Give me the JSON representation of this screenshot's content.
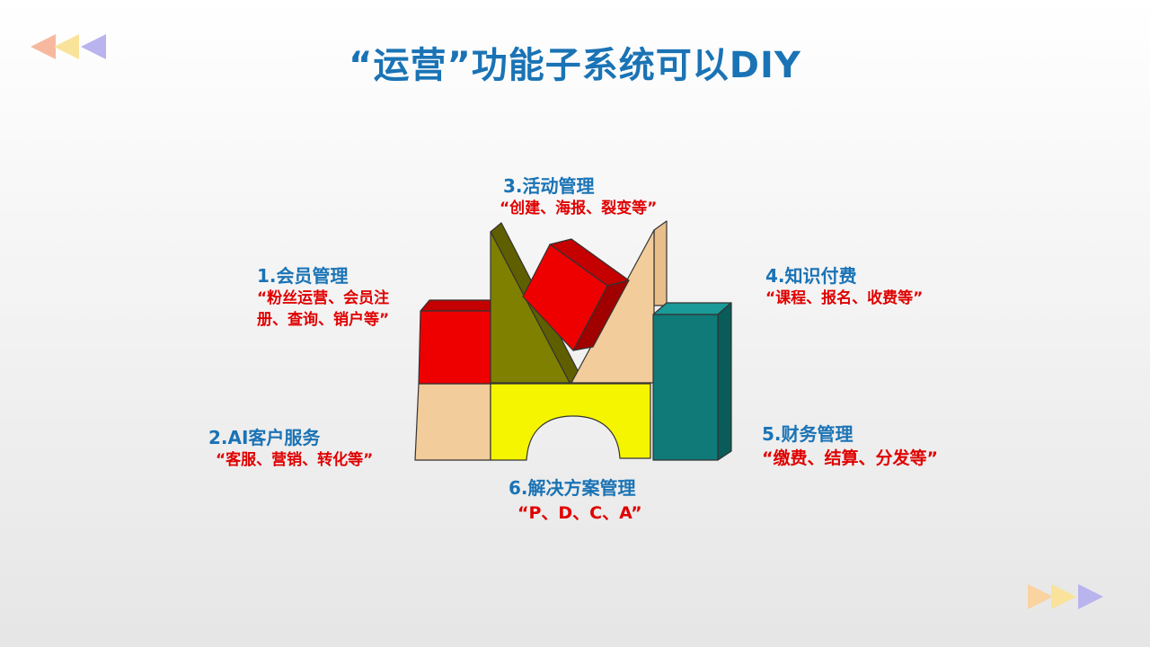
{
  "title": "“运营”功能子系统可以DIY",
  "colors": {
    "heading": "#1a73b5",
    "desc": "#e00000",
    "red_block": "#ee0000",
    "olive_block": "#808000",
    "tan_block": "#f2cc9a",
    "yellow_block": "#f5f500",
    "teal_block": "#0f7a78"
  },
  "decorations": {
    "top_left": "left-pointing triangles (peach, yellow, lavender)",
    "bottom_right": "right-pointing triangles (peach, yellow, lavender)"
  },
  "modules": [
    {
      "heading": "1.会员管理",
      "desc": [
        "“粉丝运营、会员注",
        "册、查询、销户等”"
      ]
    },
    {
      "heading": "2.AI客户服务",
      "desc": [
        "“客服、营销、转化等”"
      ]
    },
    {
      "heading": "3.活动管理",
      "desc": [
        "“创建、海报、裂变等”"
      ]
    },
    {
      "heading": "4.知识付费",
      "desc": [
        "“课程、报名、收费等”"
      ]
    },
    {
      "heading": "5.财务管理",
      "desc": [
        "“缴费、结算、分发等”"
      ]
    },
    {
      "heading": "6.解决方案管理",
      "desc": [
        "“P、D、C、A”"
      ]
    }
  ]
}
